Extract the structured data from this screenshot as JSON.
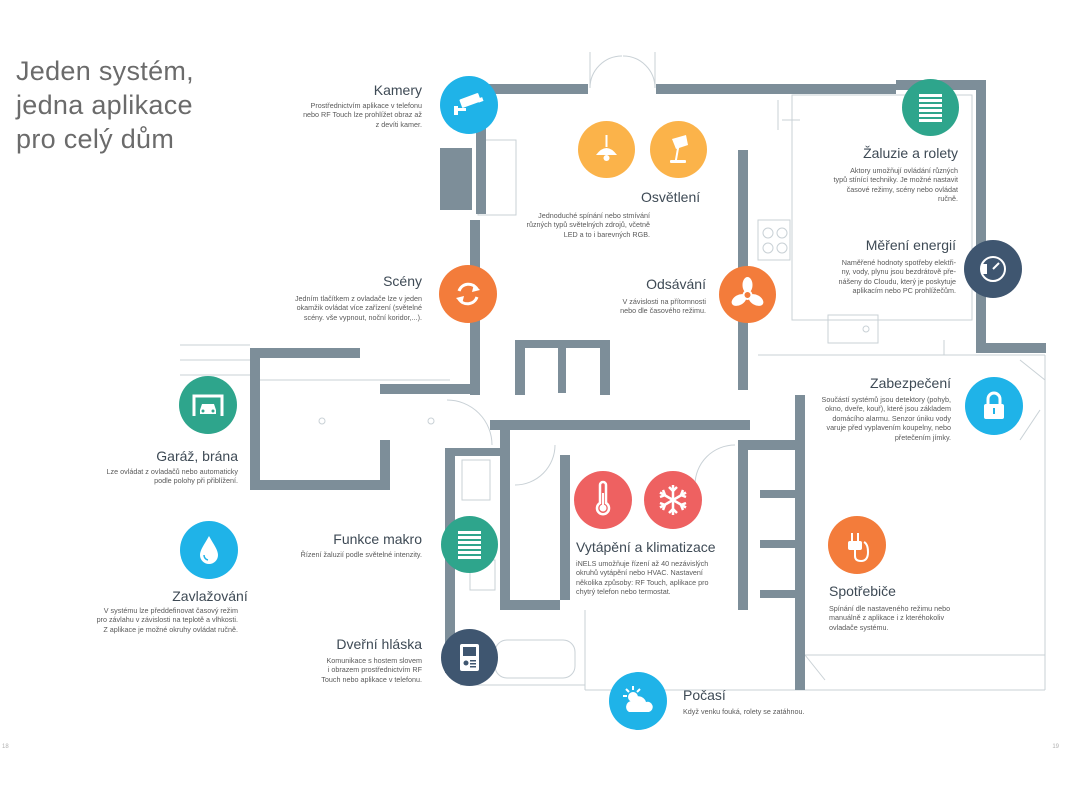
{
  "headline": {
    "line1": "Jeden systém,",
    "line2": "jedna aplikace",
    "line3": "pro celý dům"
  },
  "colors": {
    "blue": "#1fb3e8",
    "orange": "#f37c3b",
    "yellow": "#fbb34a",
    "teal": "#2ea58c",
    "navy": "#3f5670",
    "red": "#ee6161",
    "wall": "#7d8e99"
  },
  "features": {
    "kamery": {
      "title": "Kamery",
      "desc": "Prostřednictvím  aplikace v telefonu\nnebo RF Touch lze prohlížet obraz až\nz devíti kamer.",
      "icon": "camera-icon"
    },
    "osvetleni": {
      "title": "Osvětlení",
      "desc": "Jednoduché spínání nebo stmívání\nrůzných typů světelných zdrojů, včetně\nLED a to i barevných RGB.",
      "icon": "pendant-lamp-icon"
    },
    "zaluzie": {
      "title": "Žaluzie a rolety",
      "desc": "Aktory umožňují ovládání různých\ntypů stínící techniky. Je možné nastavit\nčasové režimy, scény nebo ovládat\nručně.",
      "icon": "blinds-icon"
    },
    "mereni": {
      "title": "Měření energií",
      "desc": "Naměřené  hodnoty spotřeby elektři-\nny, vody, plynu  jsou bezdrátově pře-\nnášeny do Cloudu, který je poskytuje\naplikacím nebo PC prohlížečům.",
      "icon": "meter-gauge-icon"
    },
    "sceny": {
      "title": "Scény",
      "desc": "Jedním tlačítkem z ovladače lze v jeden\nokamžik ovládat více zařízení (světelné\nscény. vše vypnout, noční koridor,...).",
      "icon": "scene-cycle-icon"
    },
    "odsavani": {
      "title": "Odsávání",
      "desc": "V závislosti na přítomnosti\nnebo dle časového režimu.",
      "icon": "fan-icon"
    },
    "garaz": {
      "title": "Garáž, brána",
      "desc": "Lze ovládat z ovladačů nebo automaticky\npodle polohy při přiblížení.",
      "icon": "garage-car-icon"
    },
    "zabezpeceni": {
      "title": "Zabezpečení",
      "desc": "Součástí systémů jsou detektory (pohyb,\nokno, dveře, kouř), které jsou základem\ndomácího alarmu. Senzor úniku vody\nvaruje před vyplavením koupelny, nebo\npřetečením jímky.",
      "icon": "padlock-icon"
    },
    "zavlazovani": {
      "title": "Zavlažování",
      "desc": "V systému lze předdefinovat časový režim\npro závlahu v závislosti na teplotě a vlhkosti.\nZ aplikace je možné okruhy ovládat ručně.",
      "icon": "water-drop-icon"
    },
    "makro": {
      "title": "Funkce makro",
      "desc": "Řízení žaluzií podle světelné intenzity.",
      "icon": "blinds-icon"
    },
    "vytapeni": {
      "title": "Vytápění a klimatizace",
      "desc": "iNELS umožňuje řízení až 40 nezávislých\nokruhů vytápění nebo HVAC. Nastavení\nněkolika způsoby: RF Touch, aplikace pro\nchytrý telefon nebo termostat.",
      "icon": "thermometer-icon"
    },
    "spotrebice": {
      "title": "Spotřebiče",
      "desc": "Spínání dle nastaveného režimu nebo\nmanuálně z aplikace i z kteréhokoliv\novladače systému.",
      "icon": "power-plug-icon"
    },
    "hlaska": {
      "title": "Dveřní hláska",
      "desc": "Komunikace s hostem slovem\ni obrazem prostřednictvím RF\nTouch  nebo aplikace v telefonu.",
      "icon": "intercom-icon"
    },
    "pocasi": {
      "title": "Počasí",
      "desc": "Když venku fouká, rolety se zatáhnou.",
      "icon": "weather-sun-cloud-icon"
    }
  },
  "page_numbers": {
    "left": "18",
    "right": "19"
  }
}
